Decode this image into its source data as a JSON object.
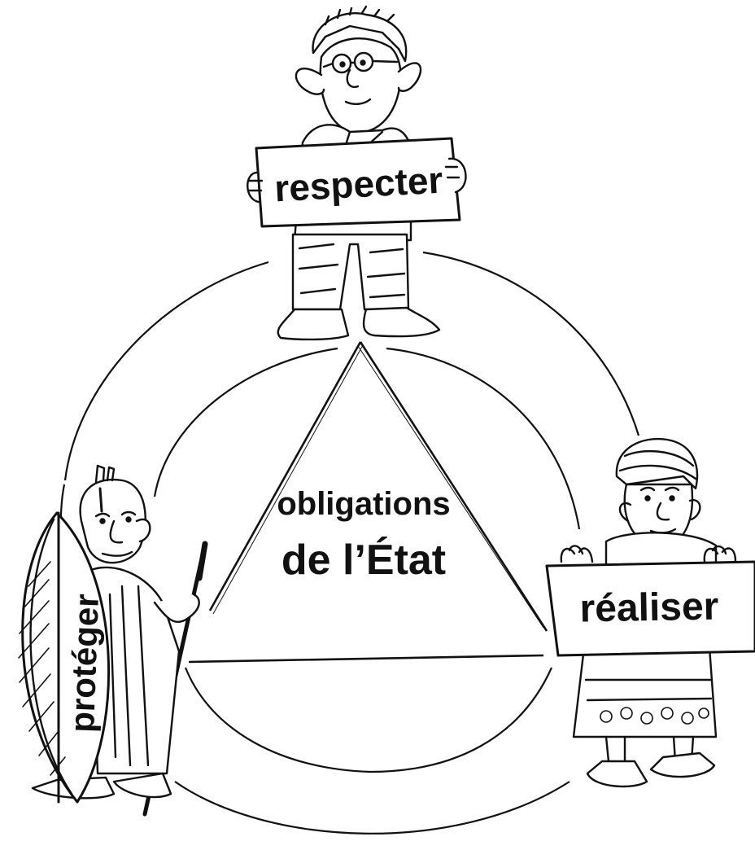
{
  "diagram": {
    "center_label_line1": "obligations",
    "center_label_line2": "de l’État",
    "top_sign": "respecter",
    "left_shield": "protéger",
    "right_sign": "réaliser"
  },
  "colors": {
    "ink": "#111111",
    "paper": "#ffffff"
  }
}
